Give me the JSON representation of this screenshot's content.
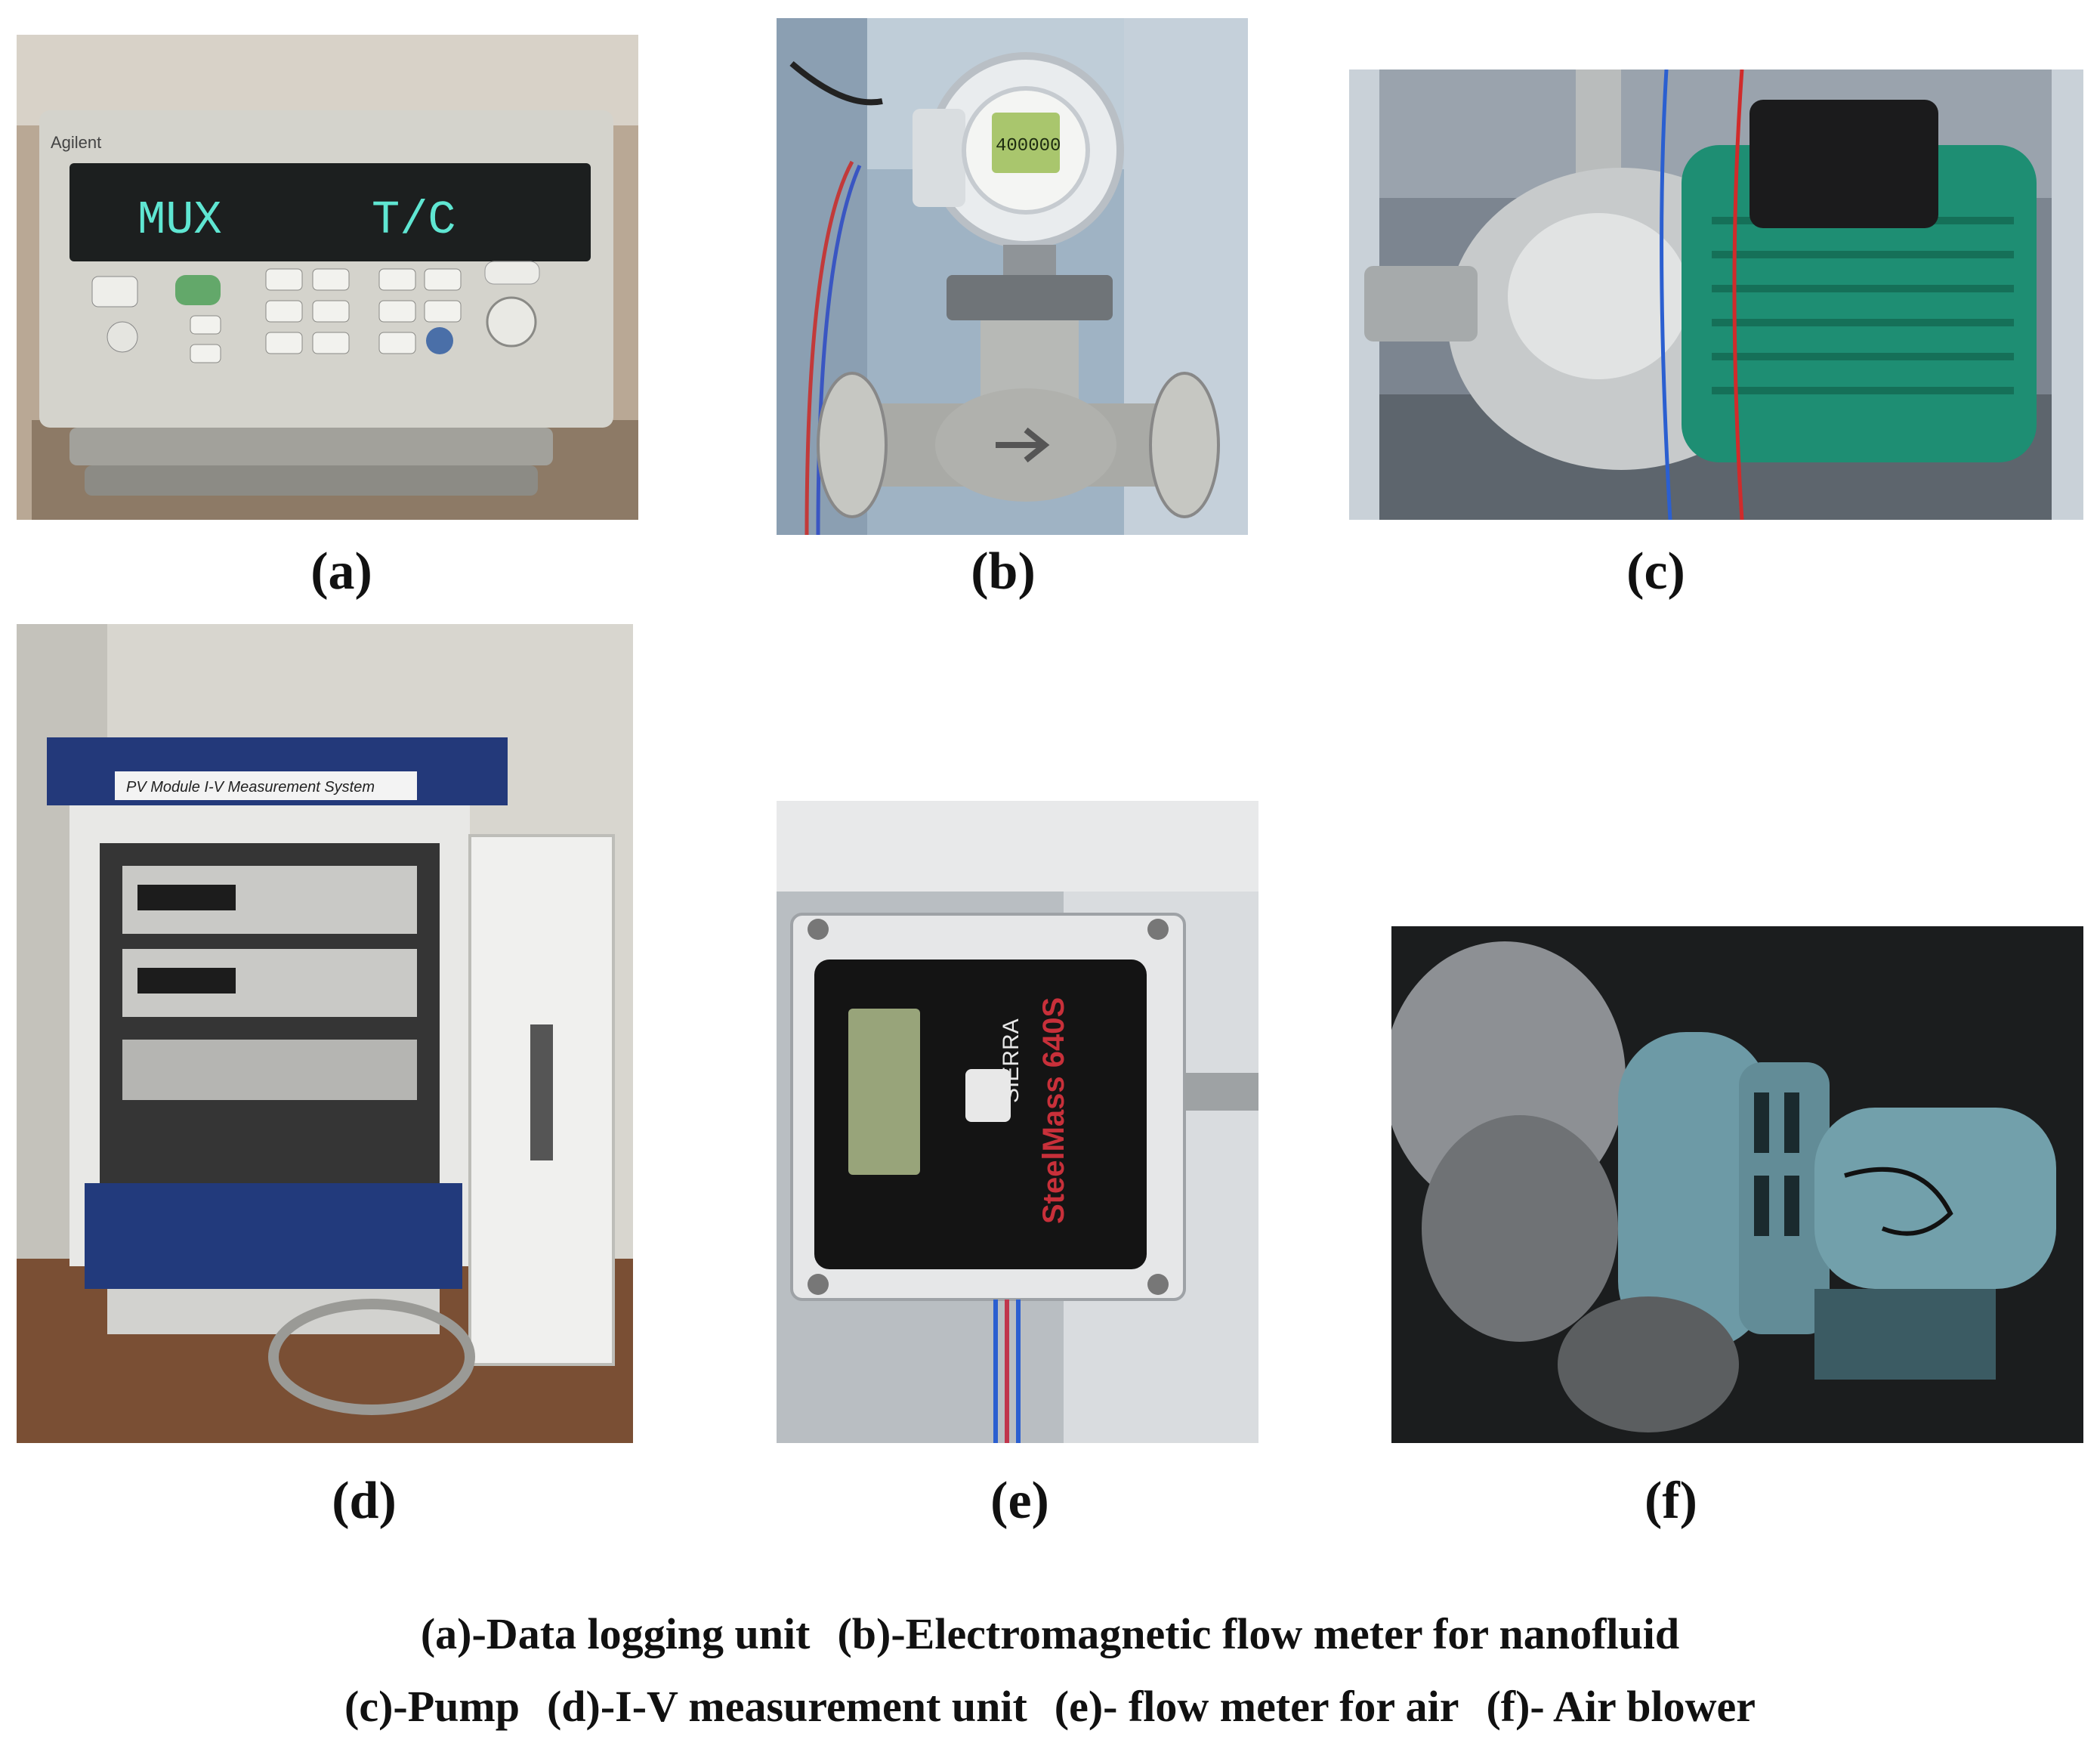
{
  "figure": {
    "panels": [
      {
        "id": "a",
        "label": "(a)",
        "content": {
          "lcd_left": "MUX",
          "lcd_right": "T/C",
          "brand": "Agilent"
        }
      },
      {
        "id": "b",
        "label": "(b)",
        "content": {
          "display": "400000"
        }
      },
      {
        "id": "c",
        "label": "(c)",
        "content": {}
      },
      {
        "id": "d",
        "label": "(d)",
        "content": {
          "cabinet_title": "PV Module I-V Measurement System"
        }
      },
      {
        "id": "e",
        "label": "(e)",
        "content": {
          "brand": "SIERRA",
          "model": "SteelMass 640S"
        }
      },
      {
        "id": "f",
        "label": "(f)",
        "content": {}
      }
    ],
    "caption": {
      "line1": [
        "(a)-Data logging unit",
        "(b)-Electromagnetic flow meter for nanofluid"
      ],
      "line2": [
        "(c)-Pump",
        "(d)-I-V measurement unit",
        "(e)- flow meter for air",
        "(f)- Air blower"
      ]
    }
  }
}
